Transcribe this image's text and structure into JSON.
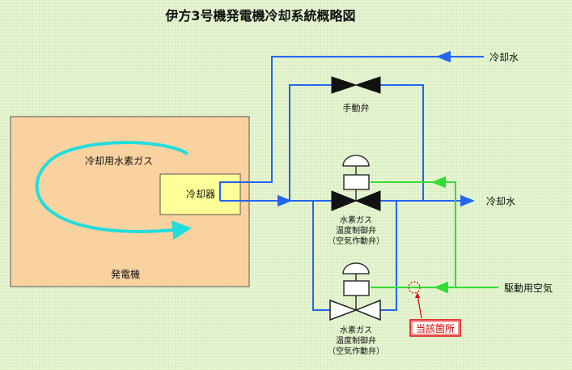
{
  "title": "伊方3号機発電機冷却系統概略図",
  "labels": {
    "cooling_water_in": "冷却水",
    "cooling_water_out": "冷却水",
    "drive_air": "駆動用空気",
    "manual_valve": "手動弁",
    "cooler": "冷却器",
    "hydrogen_gas": "冷却用水素ガス",
    "generator": "発電機",
    "upper_valve": [
      "水素ガス",
      "温度制御弁",
      "（空気作動弁）"
    ],
    "lower_valve": [
      "水素ガス",
      "温度制御弁",
      "（空気作動弁）"
    ],
    "affected_location": "当該箇所"
  },
  "colors": {
    "water_line": "#2266ee",
    "air_line": "#33dd33",
    "hydrogen_flow": "#22dddd",
    "generator_fill": "#fad2a0",
    "cooler_fill": "#ffff99",
    "marker": "#e00000",
    "background": "#e6f5d2"
  },
  "icons": {
    "valve_closed": "black-bowtie-valve",
    "valve_open": "white-bowtie-valve",
    "actuator": "diaphragm-actuator",
    "arrow": "triangle-arrow"
  }
}
